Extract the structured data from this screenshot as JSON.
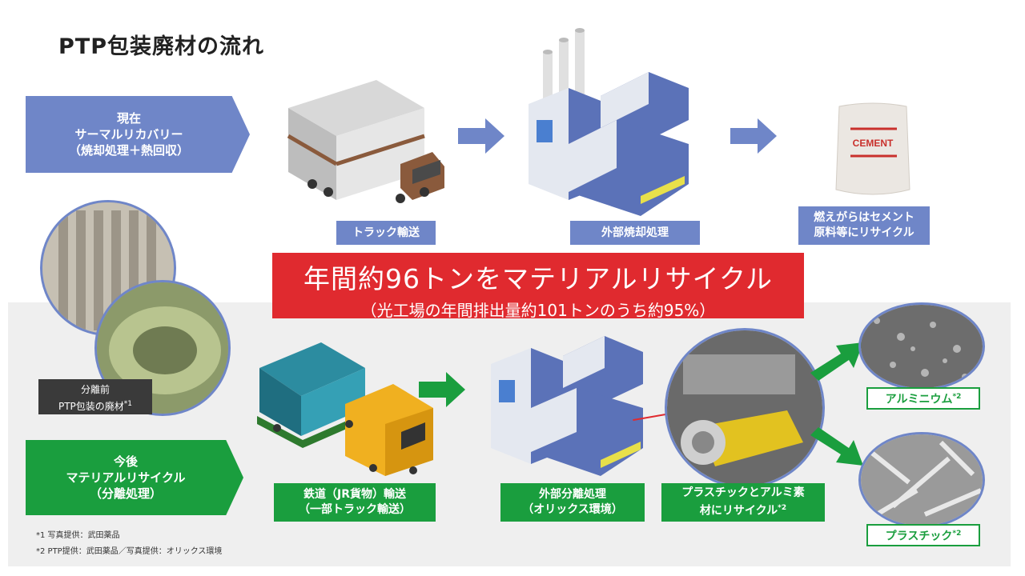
{
  "title": "PTP包装廃材の流れ",
  "current": {
    "line1": "現在",
    "line2": "サーマルリカバリー",
    "line3": "（焼却処理＋熱回収）",
    "truck_label": "トラック輸送",
    "incinerate_label": "外部焼却処理",
    "cement_label_1": "燃えがらはセメント",
    "cement_label_2": "原料等にリサイクル",
    "cement_bag_text": "CEMENT"
  },
  "banner": {
    "main": "年間約96トンをマテリアルリサイクル",
    "sub": "（光工場の年間排出量約101トンのうち約95%）"
  },
  "photo": {
    "caption_1": "分離前",
    "caption_2": "PTP包装の廃材",
    "caption_sup": "*1"
  },
  "future": {
    "line1": "今後",
    "line2": "マテリアルリサイクル",
    "line3": "（分離処理）",
    "rail_label_1": "鉄道（JR貨物）輸送",
    "rail_label_2": "（一部トラック輸送）",
    "separation_label_1": "外部分離処理",
    "separation_label_2": "（オリックス環境）",
    "recycle_label_1": "プラスチックとアルミ素",
    "recycle_label_2": "材にリサイクル",
    "recycle_sup": "*2",
    "aluminum_label": "アルミニウム",
    "aluminum_sup": "*2",
    "plastic_label": "プラスチック",
    "plastic_sup": "*2"
  },
  "footnotes": {
    "note1": "*1 写真提供：武田薬品",
    "note2": "*2 PTP提供：武田薬品／写真提供：オリックス環境"
  },
  "colors": {
    "blue": "#6f86c8",
    "green": "#1a9e3e",
    "red": "#e02a2f"
  }
}
